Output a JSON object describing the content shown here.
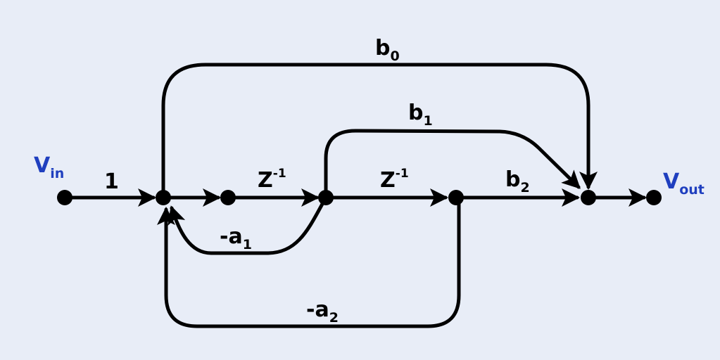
{
  "colors": {
    "background": "#e8edf7",
    "edge": "#000000",
    "io_label": "#1f3fbf"
  },
  "labels": {
    "vin": {
      "main": "V",
      "sub": "in"
    },
    "vout": {
      "main": "V",
      "sub": "out"
    },
    "gain": "1",
    "z1": {
      "main": "Z",
      "sup": "-1"
    },
    "z2": {
      "main": "Z",
      "sup": "-1"
    },
    "b0": {
      "main": "b",
      "sub": "0"
    },
    "b1": {
      "main": "b",
      "sub": "1"
    },
    "b2": {
      "main": "b",
      "sub": "2"
    },
    "a1": {
      "main": "-a",
      "sub": "1"
    },
    "a2": {
      "main": "-a",
      "sub": "2"
    }
  }
}
